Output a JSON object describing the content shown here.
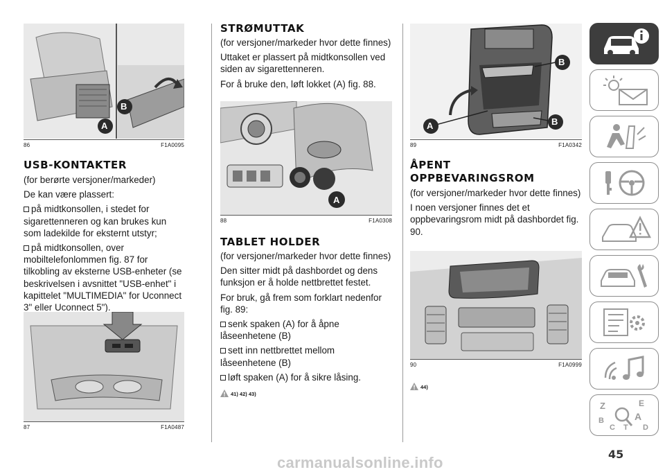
{
  "page_number": "45",
  "watermark": "carmanualsonline.info",
  "figures": {
    "f86": {
      "num": "86",
      "code": "F1A0095",
      "labels": {
        "a": "A",
        "b": "B"
      }
    },
    "f87": {
      "num": "87",
      "code": "F1A0487"
    },
    "f88": {
      "num": "88",
      "code": "F1A0308",
      "labels": {
        "a": "A"
      }
    },
    "f89": {
      "num": "89",
      "code": "F1A0342",
      "labels": {
        "a": "A",
        "b1": "B",
        "b2": "B"
      }
    },
    "f90": {
      "num": "90",
      "code": "F1A0999"
    }
  },
  "usb": {
    "title": "USB-KONTAKTER",
    "p1": "(for berørte versjoner/markeder)",
    "p2": "De kan være plassert:",
    "b1": "på midtkonsollen, i stedet for sigarettenneren og kan brukes kun som ladekilde for eksternt utstyr;",
    "b2": "på midtkonsollen, over mobiltelefonlommen fig. 87 for tilkobling av eksterne USB-enheter (se beskrivelsen i avsnittet \"USB-enhet\" i kapittelet \"MULTIMEDIA\" for Uconnect 3\" eller Uconnect 5\")."
  },
  "strom": {
    "title": "STRØMUTTAK",
    "p1": "(for versjoner/markeder hvor dette finnes)",
    "p2": "Uttaket er plassert på midtkonsollen ved siden av sigarettenneren.",
    "p3": "For å bruke den, løft lokket (A) fig. 88."
  },
  "tablet": {
    "title": "TABLET HOLDER",
    "p1": "(for versjoner/markeder hvor dette finnes)",
    "p2": "Den sitter midt på dashbordet og dens funksjon er å holde nettbrettet festet.",
    "p3": "For bruk, gå frem som forklart nedenfor fig. 89:",
    "b1": "senk spaken (A) for å åpne låseenhetene (B)",
    "b2": "sett inn nettbrettet mellom låseenhetene (B)",
    "b3": "løft spaken (A) for å sikre låsing.",
    "warn": "41) 42) 43)"
  },
  "storage": {
    "title_line1": "ÅPENT",
    "title_line2": "OPPBEVARINGSROM",
    "p1": "(for versjoner/markeder hvor dette finnes)",
    "p2": "I noen versjoner finnes det et oppbevaringsrom midt på dashbordet fig. 90.",
    "warn": "44)"
  },
  "sidebar": {
    "tabs": [
      {
        "icon": "car-info-icon",
        "active": true
      },
      {
        "icon": "warning-lights-icon",
        "active": false
      },
      {
        "icon": "seat-airbag-icon",
        "active": false
      },
      {
        "icon": "key-steering-wheel-icon",
        "active": false
      },
      {
        "icon": "emergency-triangle-icon",
        "active": false
      },
      {
        "icon": "car-wrench-icon",
        "active": false
      },
      {
        "icon": "specifications-gear-icon",
        "active": false
      },
      {
        "icon": "multimedia-music-icon",
        "active": false
      },
      {
        "icon": "index-alphabet-icon",
        "active": false
      }
    ],
    "index_letters": {
      "z": "Z",
      "e": "E",
      "a": "A",
      "b": "B",
      "c": "C",
      "t": "T",
      "d": "D"
    }
  }
}
